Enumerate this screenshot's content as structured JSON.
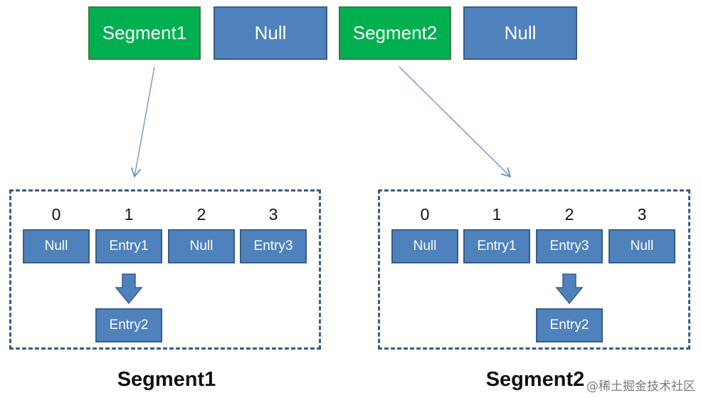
{
  "top_row": [
    {
      "label": "Segment1",
      "kind": "segment"
    },
    {
      "label": "Null",
      "kind": "null"
    },
    {
      "label": "Segment2",
      "kind": "segment"
    },
    {
      "label": "Null",
      "kind": "null"
    }
  ],
  "segment1": {
    "caption": "Segment1",
    "indices": [
      "0",
      "1",
      "2",
      "3"
    ],
    "slots": [
      "Null",
      "Entry1",
      "Null",
      "Entry3"
    ],
    "chained": {
      "under_index": "1",
      "label": "Entry2"
    }
  },
  "segment2": {
    "caption": "Segment2",
    "indices": [
      "0",
      "1",
      "2",
      "3"
    ],
    "slots": [
      "Null",
      "Entry1",
      "Entry3",
      "Null"
    ],
    "chained": {
      "under_index": "2",
      "label": "Entry2"
    }
  },
  "watermark": "@稀土掘金技术社区",
  "colors": {
    "segment": "#00b050",
    "bucket": "#4f81bd",
    "border": "#385d8a",
    "dashed": "#3b5b86",
    "connector": "#6b8fc9"
  }
}
